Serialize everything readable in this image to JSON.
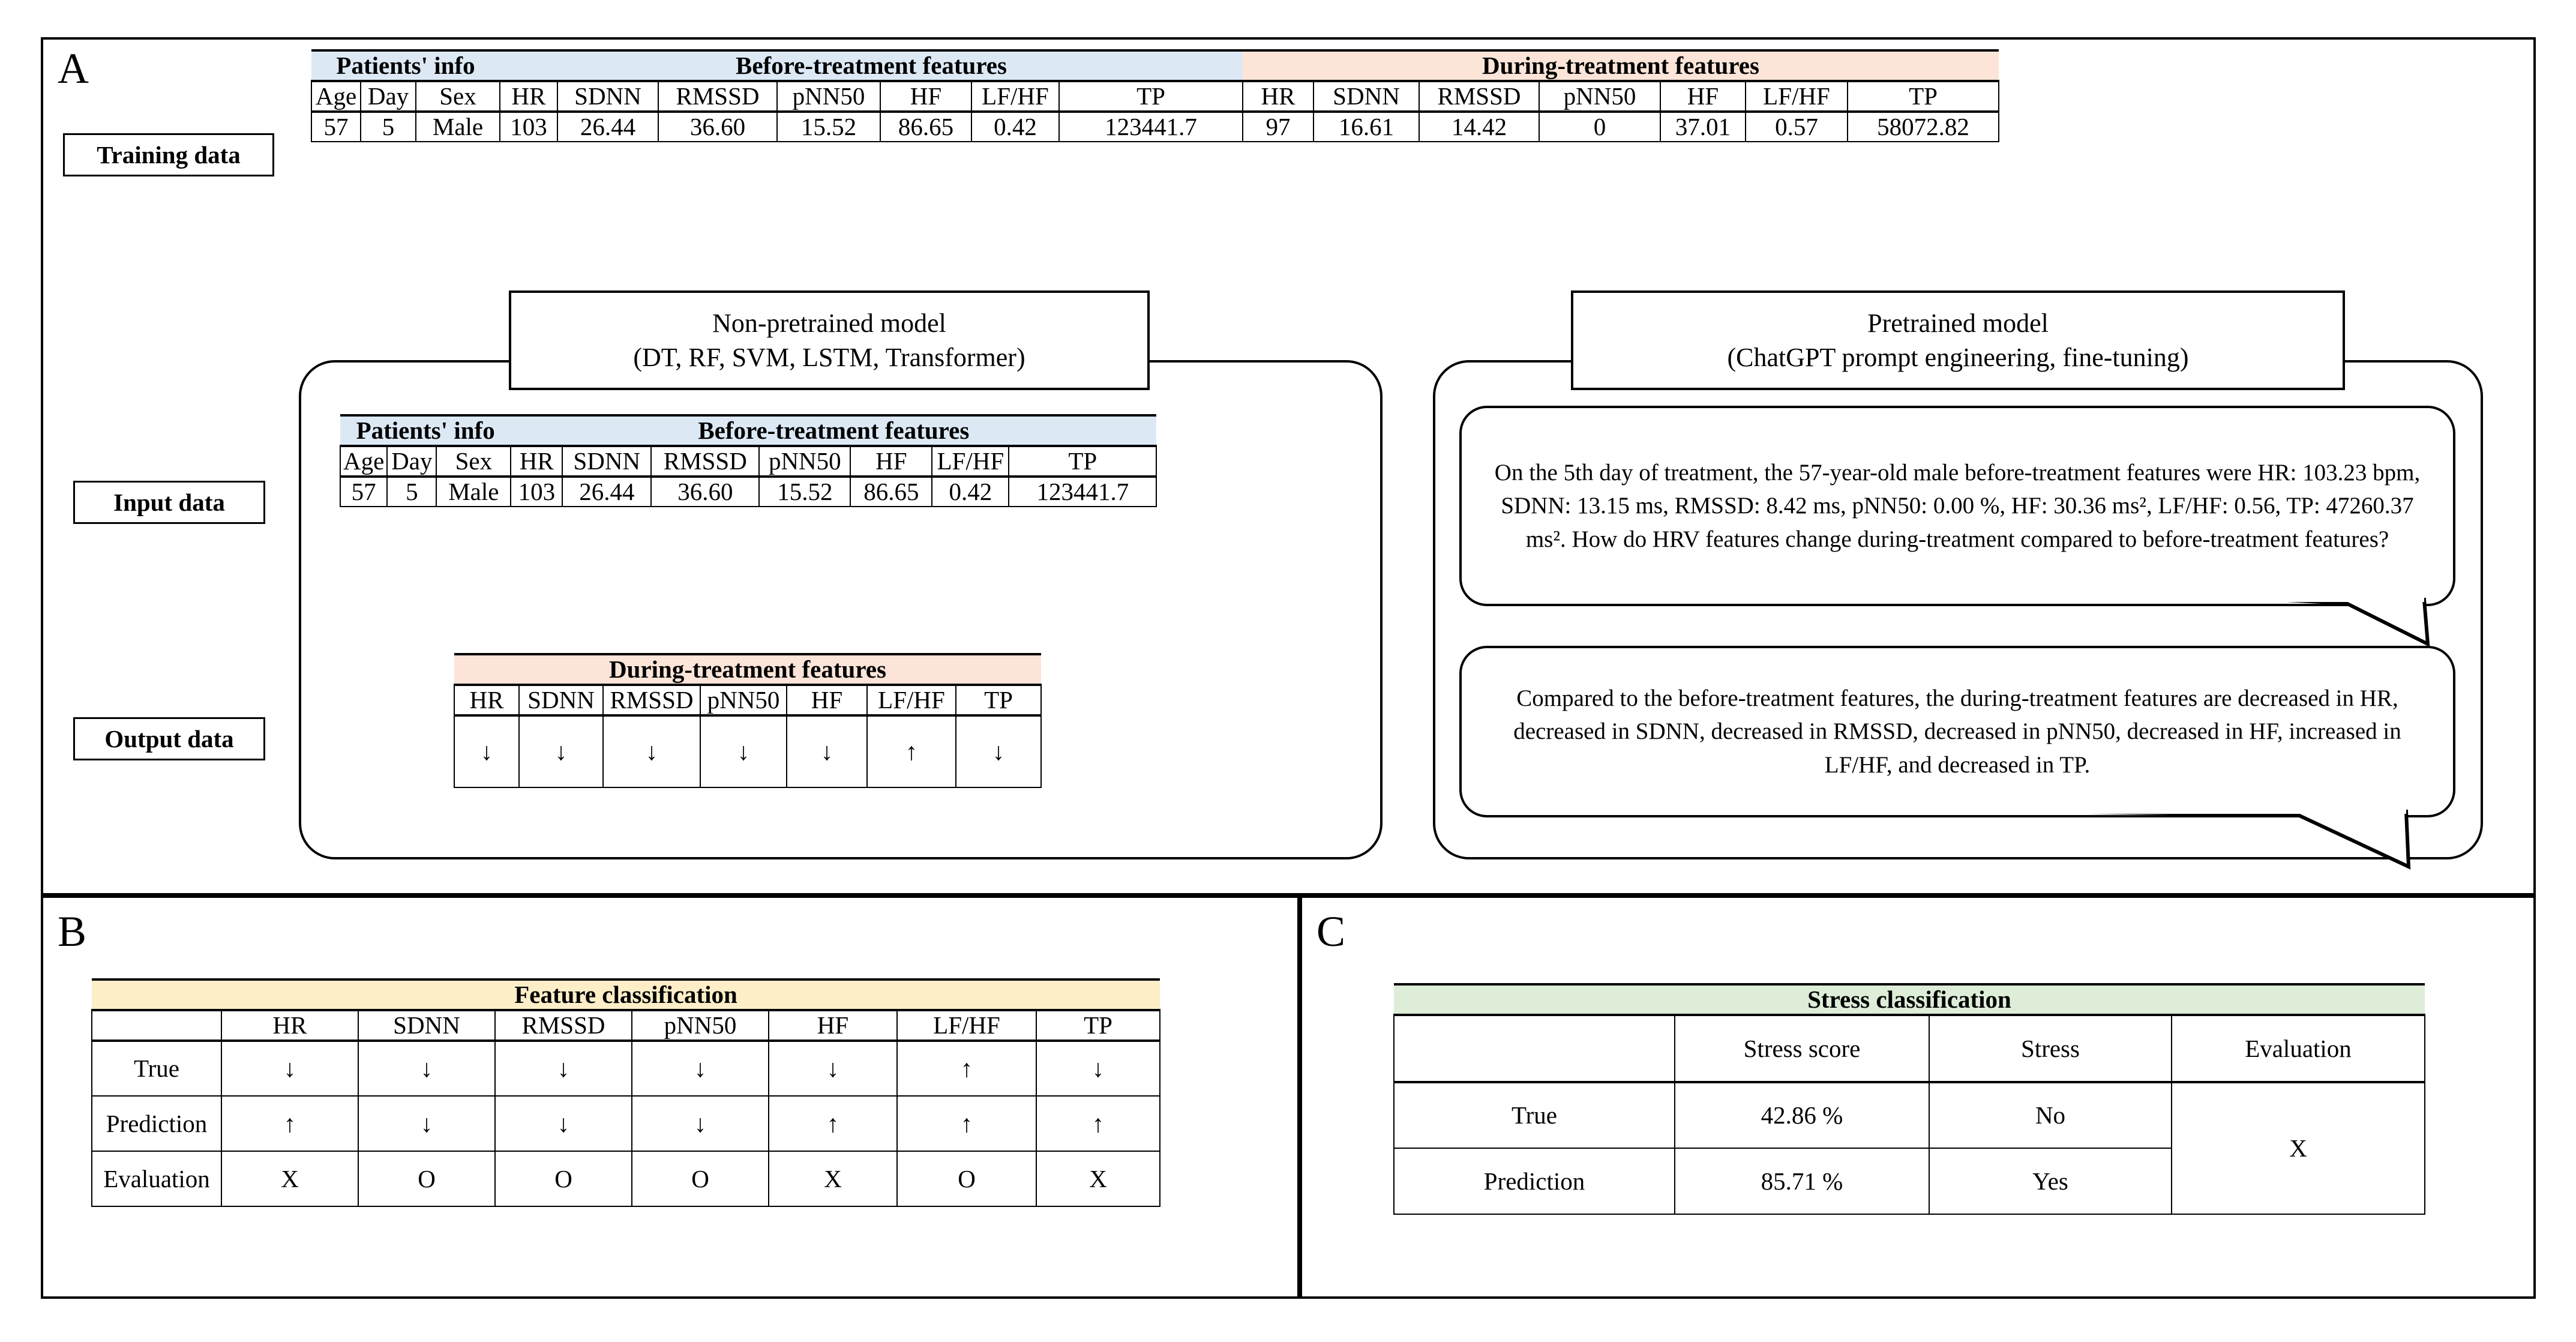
{
  "panels": {
    "a_letter": "A",
    "b_letter": "B",
    "c_letter": "C"
  },
  "side_labels": {
    "training": "Training data",
    "input": "Input data",
    "output": "Output data"
  },
  "training_table": {
    "bands": {
      "patients_info": "Patients' info",
      "before": "Before-treatment features",
      "during": "During-treatment features"
    },
    "headers": [
      "Age",
      "Day",
      "Sex",
      "HR",
      "SDNN",
      "RMSSD",
      "pNN50",
      "HF",
      "LF/HF",
      "TP",
      "HR",
      "SDNN",
      "RMSSD",
      "pNN50",
      "HF",
      "LF/HF",
      "TP"
    ],
    "row": [
      "57",
      "5",
      "Male",
      "103",
      "26.44",
      "36.60",
      "15.52",
      "86.65",
      "0.42",
      "123441.7",
      "97",
      "16.61",
      "14.42",
      "0",
      "37.01",
      "0.57",
      "58072.82"
    ]
  },
  "non_pretrained": {
    "title_line1": "Non-pretrained model",
    "title_line2": "(DT, RF, SVM, LSTM, Transformer)",
    "input_table": {
      "bands": {
        "patients_info": "Patients' info",
        "before": "Before-treatment features"
      },
      "headers": [
        "Age",
        "Day",
        "Sex",
        "HR",
        "SDNN",
        "RMSSD",
        "pNN50",
        "HF",
        "LF/HF",
        "TP"
      ],
      "row": [
        "57",
        "5",
        "Male",
        "103",
        "26.44",
        "36.60",
        "15.52",
        "86.65",
        "0.42",
        "123441.7"
      ]
    },
    "output_table": {
      "band": "During-treatment features",
      "headers": [
        "HR",
        "SDNN",
        "RMSSD",
        "pNN50",
        "HF",
        "LF/HF",
        "TP"
      ],
      "row": [
        "↓",
        "↓",
        "↓",
        "↓",
        "↓",
        "↑",
        "↓"
      ]
    }
  },
  "pretrained": {
    "title_line1": "Pretrained model",
    "title_line2": "(ChatGPT prompt engineering, fine-tuning)",
    "prompt": "On the 5th day of treatment, the 57-year-old male before-treatment features were HR: 103.23 bpm, SDNN: 13.15 ms, RMSSD: 8.42 ms, pNN50: 0.00 %, HF: 30.36 ms², LF/HF: 0.56, TP: 47260.37 ms². How do HRV features change during-treatment compared to before-treatment features?",
    "response": "Compared to the before-treatment features, the during-treatment features are decreased in HR, decreased in SDNN, decreased in RMSSD, decreased in pNN50, decreased in HF, increased in LF/HF, and decreased in TP."
  },
  "feature_classification": {
    "title": "Feature classification",
    "corner": "",
    "headers": [
      "HR",
      "SDNN",
      "RMSSD",
      "pNN50",
      "HF",
      "LF/HF",
      "TP"
    ],
    "rows": [
      {
        "label": "True",
        "values": [
          "↓",
          "↓",
          "↓",
          "↓",
          "↓",
          "↑",
          "↓"
        ]
      },
      {
        "label": "Prediction",
        "values": [
          "↑",
          "↓",
          "↓",
          "↓",
          "↑",
          "↑",
          "↑"
        ]
      },
      {
        "label": "Evaluation",
        "values": [
          "X",
          "O",
          "O",
          "O",
          "X",
          "O",
          "X"
        ]
      }
    ]
  },
  "stress_classification": {
    "title": "Stress classification",
    "corner": "",
    "headers": [
      "Stress score",
      "Stress",
      "Evaluation"
    ],
    "rows": [
      {
        "label": "True",
        "score": "42.86 %",
        "stress": "No"
      },
      {
        "label": "Prediction",
        "score": "85.71 %",
        "stress": "Yes"
      }
    ],
    "evaluation": "X"
  },
  "colors": {
    "band_blue": "#dce9f5",
    "band_peach": "#fce5d8",
    "band_yellow": "#fdeec8",
    "band_green": "#ddedd8",
    "line": "#000000"
  }
}
